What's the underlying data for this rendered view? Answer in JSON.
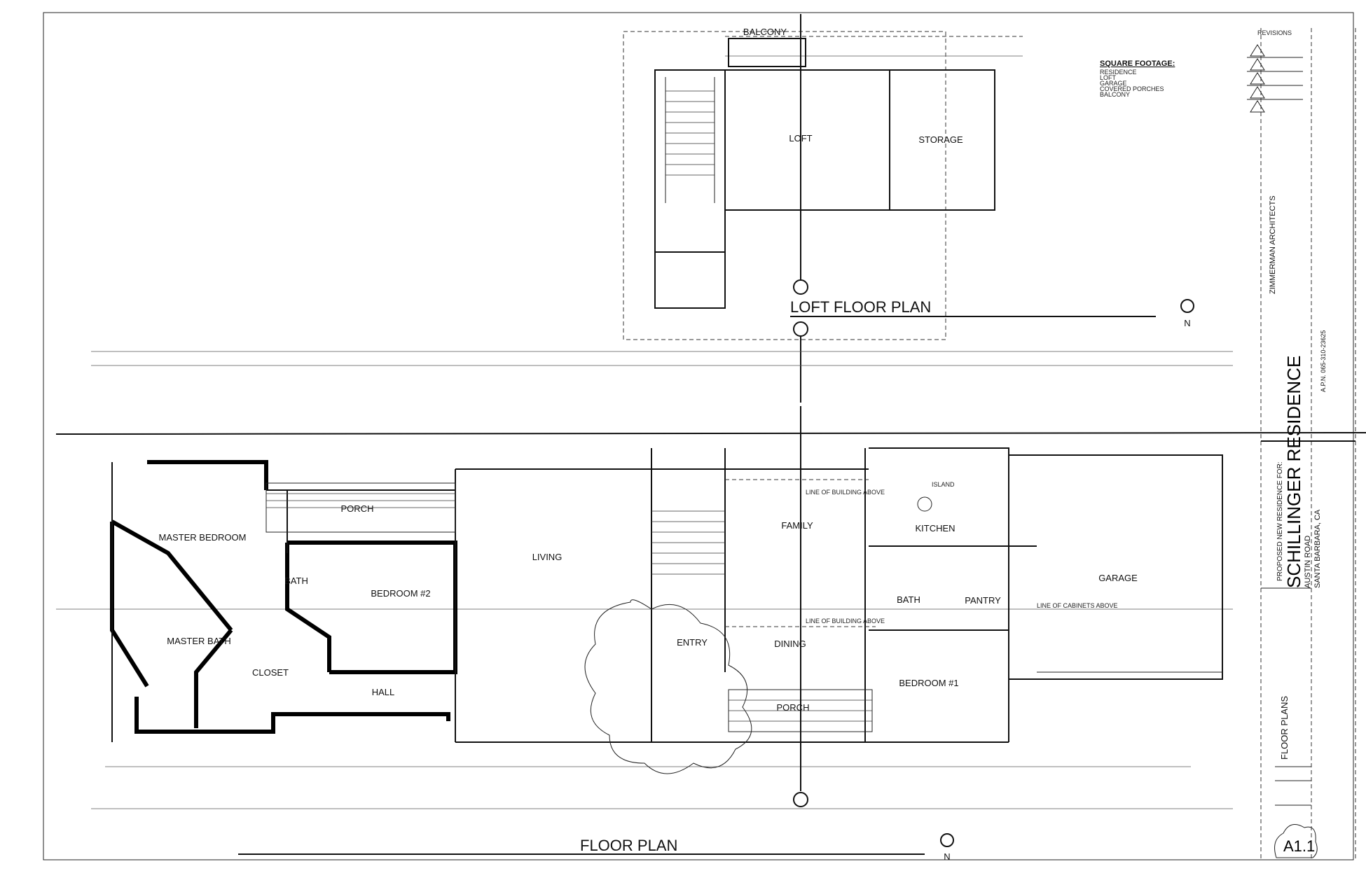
{
  "sheet": {
    "square_footage": {
      "title": "SQUARE FOOTAGE:",
      "rows": [
        "RESIDENCE",
        "LOFT",
        "GARAGE",
        "COVERED PORCHES",
        "BALCONY"
      ]
    },
    "revisions_title": "REVISIONS",
    "architect": "ZIMMERMAN ARCHITECTS",
    "apn": "A.P.N. 065-310-23625",
    "project_intro": "PROPOSED NEW RESIDENCE FOR:",
    "project_name": "SCHILLINGER RESIDENCE",
    "address_line1": "AUSTIN ROAD",
    "address_line2": "SANTA BARBARA, CA",
    "sheet_title": "FLOOR PLANS",
    "sheet_number": "A1.1"
  },
  "loft_plan": {
    "title": "LOFT FLOOR PLAN",
    "rooms": [
      "BALCONY",
      "LOFT",
      "STORAGE"
    ]
  },
  "floor_plan": {
    "title": "FLOOR PLAN",
    "rooms": {
      "porch_north": "PORCH",
      "master_bedroom": "MASTER BEDROOM",
      "living": "LIVING",
      "family": "FAMILY",
      "kitchen": "KITCHEN",
      "garage": "GARAGE",
      "bath2": "BATH",
      "bedroom2": "BEDROOM #2",
      "bath1": "BATH",
      "pantry": "PANTRY",
      "entry": "ENTRY",
      "dining": "DINING",
      "master_bath": "MASTER BATH",
      "closet": "CLOSET",
      "hall": "HALL",
      "bedroom1": "BEDROOM #1",
      "porch_south": "PORCH",
      "island": "ISLAND"
    },
    "notes": [
      "LINE OF BUILDING ABOVE",
      "LINE OF BUILDING ABOVE",
      "LINE OF CABINETS ABOVE"
    ]
  },
  "north_label": "N"
}
